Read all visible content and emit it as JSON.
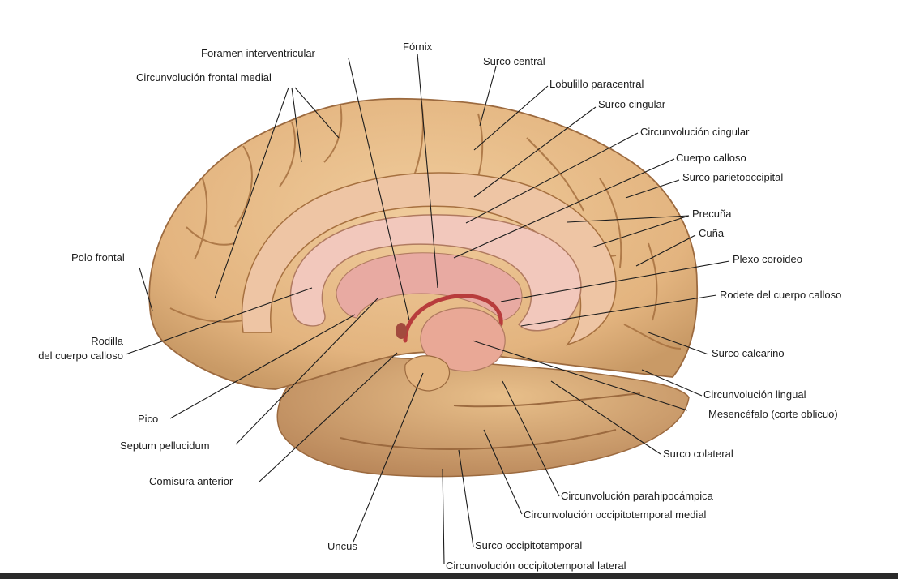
{
  "colors": {
    "cortex": "#e8c08e",
    "cortex_shadow": "#c89a66",
    "sulcus": "#9c6a3f",
    "cingulate": "#eec5a4",
    "callosum": "#f2c8bc",
    "ventricle": "#e8aaa2",
    "plexus": "#b83c3c",
    "midbrain": "#e9a896",
    "temporal": "#dcb07a",
    "leader_line": "#1c1c1c",
    "page_number": "#c0392b"
  },
  "labels": {
    "foramen_interventricular": "Foramen interventricular",
    "fornix": "Fórnix",
    "surco_central": "Surco central",
    "circ_frontal_medial": "Circunvolución frontal medial",
    "lobulillo_paracentral": "Lobulillo paracentral",
    "surco_cingular": "Surco cingular",
    "circ_cingular": "Circunvolución cingular",
    "cuerpo_calloso": "Cuerpo calloso",
    "surco_parietooccipital": "Surco parietooccipital",
    "precuna": "Precuña",
    "cuna": "Cuña",
    "polo_frontal": "Polo frontal",
    "plexo_coroideo": "Plexo coroideo",
    "rodete": "Rodete del cuerpo calloso",
    "rodilla_1": "Rodilla",
    "rodilla_2": "del cuerpo calloso",
    "surco_calcarino": "Surco calcarino",
    "circ_lingual": "Circunvolución lingual",
    "mesencefalo": "Mesencéfalo (corte oblicuo)",
    "pico": "Pico",
    "septum": "Septum pellucidum",
    "surco_colateral": "Surco colateral",
    "comisura_anterior": "Comisura anterior",
    "circ_parahipocampica": "Circunvolución parahipocámpica",
    "circ_occ_medial": "Circunvolución occipitotemporal medial",
    "uncus": "Uncus",
    "surco_occipitotemporal": "Surco occipitotemporal",
    "circ_occ_lateral": "Circunvolución occipitotemporal lateral"
  }
}
